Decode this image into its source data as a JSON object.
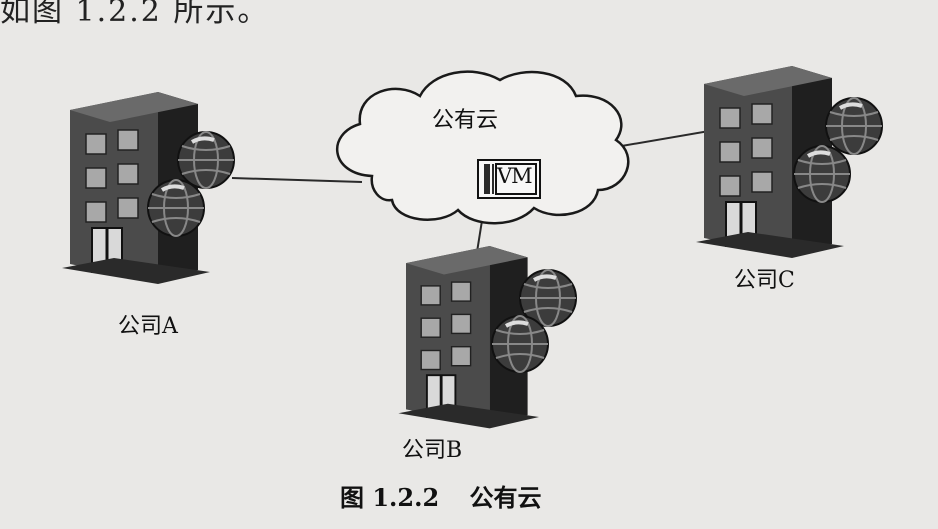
{
  "top_fragment": "如图 1.2.2 所示。",
  "cloud": {
    "label": "公有云",
    "vm_label": "VM"
  },
  "companies": {
    "a": "公司A",
    "b": "公司B",
    "c": "公司C"
  },
  "caption": {
    "number": "图 1.2.2",
    "title": "公有云"
  },
  "colors": {
    "background": "#e9e8e6",
    "building_front": "#4a4a4a",
    "building_side": "#222222",
    "window": "#9a9a9a",
    "globe": "#3a3a3a",
    "line": "#2a2a2a"
  },
  "icons": [
    "office-building-icon",
    "globe-icon",
    "cloud-icon",
    "vm-box-icon"
  ]
}
